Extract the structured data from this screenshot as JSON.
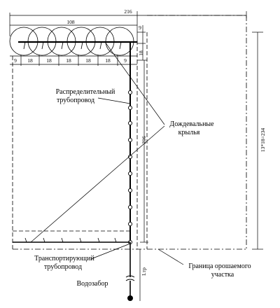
{
  "labels": {
    "distribution_pipe": [
      "Распределительный",
      "трубопровод"
    ],
    "sprinkler_wings": [
      "Дождевальные",
      "крылья"
    ],
    "transport_pipe": [
      "Транспортирующий",
      "трубопровод"
    ],
    "boundary": [
      "Граница орошаемого",
      "участка"
    ],
    "water_intake": "Водозабор"
  },
  "dimensions": {
    "total_width": "216",
    "half_width": "108",
    "offset_top": "9",
    "spacing_right": "18",
    "vertical_length": "216",
    "right_height": "13*18=234",
    "transport_len": "Lтр",
    "bottom_row": [
      "9",
      "18",
      "18",
      "18",
      "18",
      "18",
      "9"
    ]
  }
}
